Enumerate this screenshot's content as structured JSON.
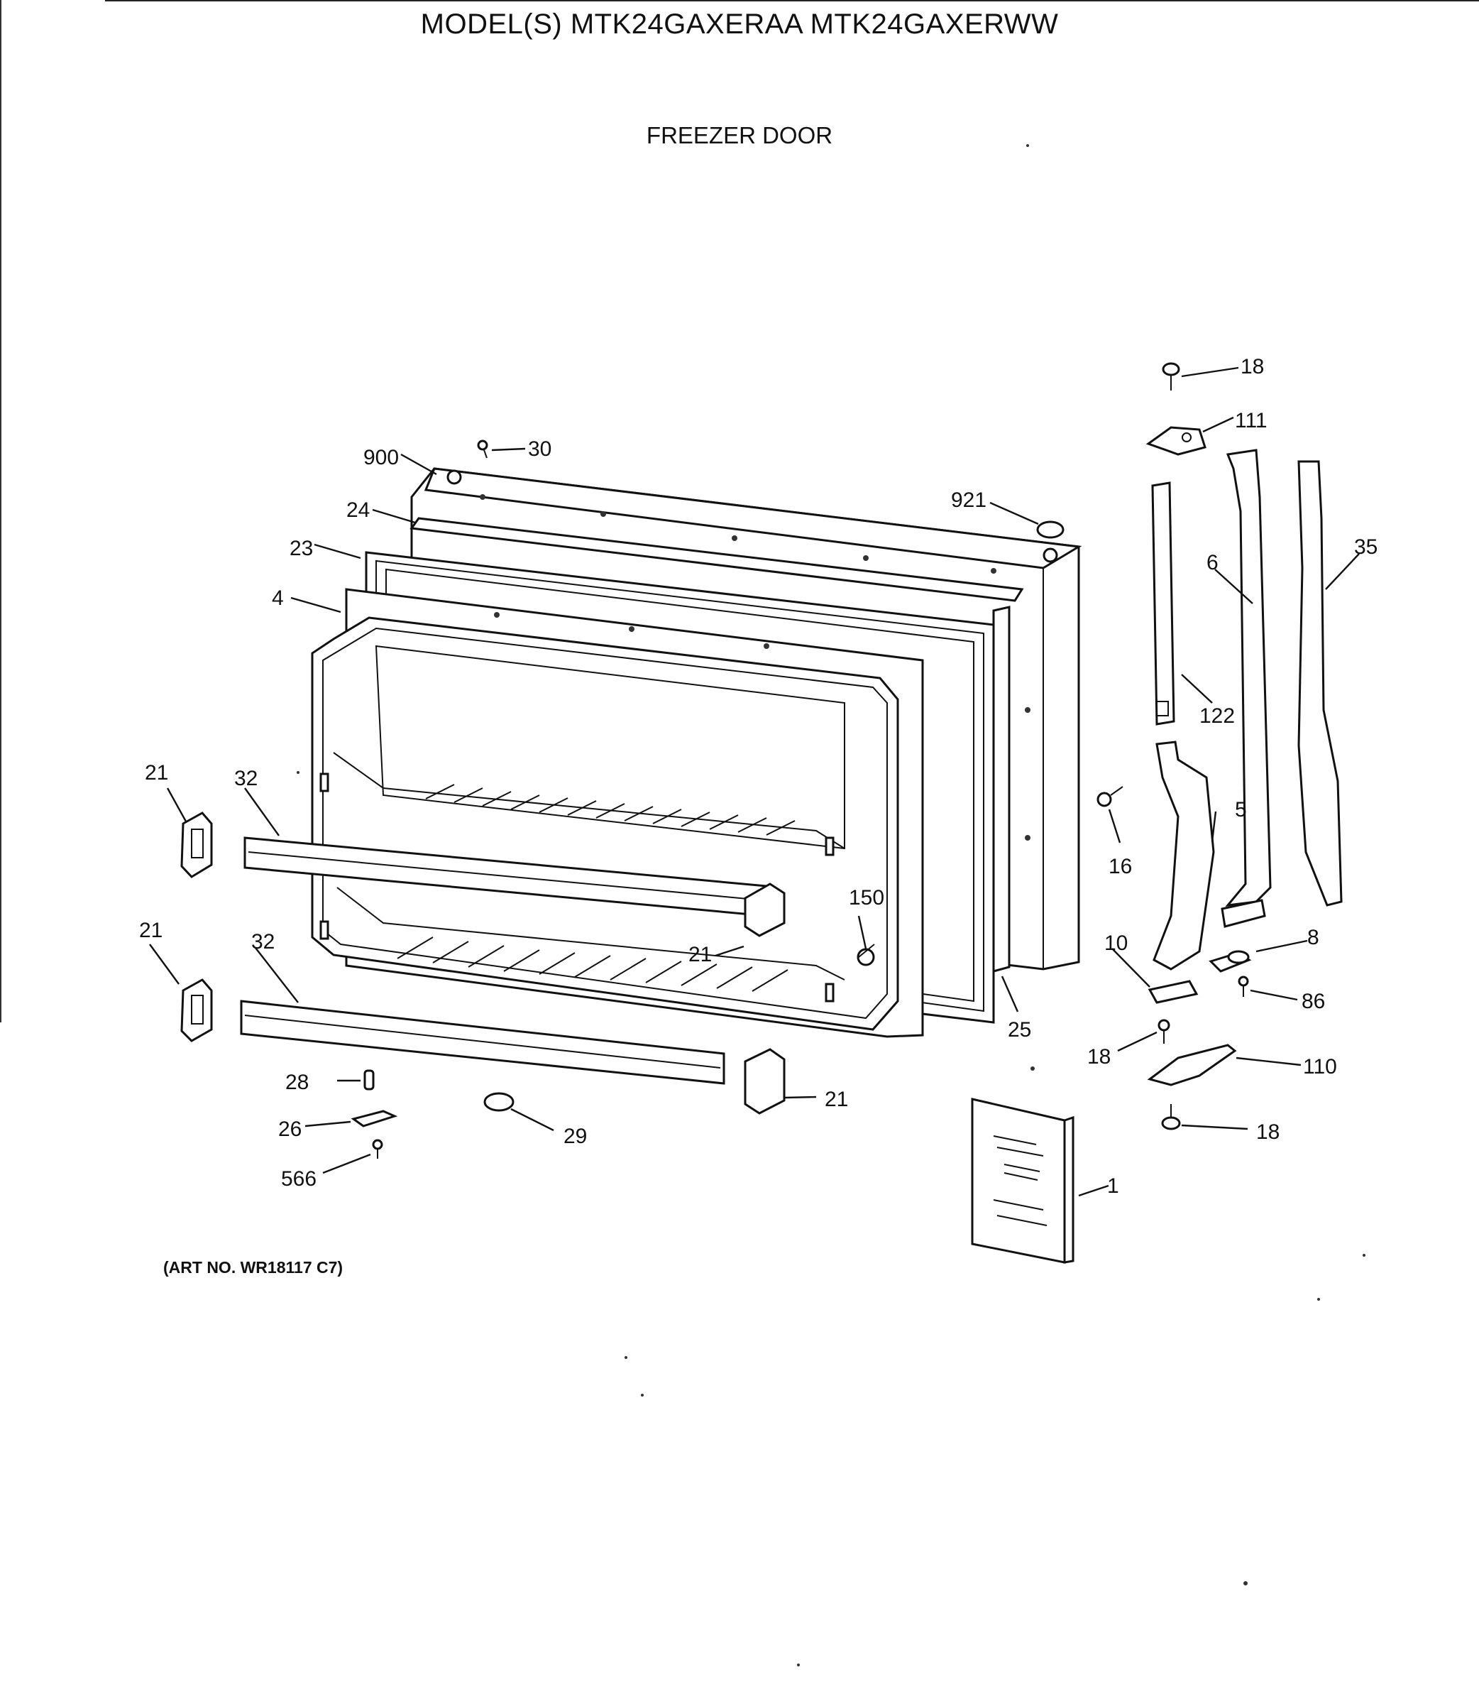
{
  "header": {
    "title": "MODEL(S) MTK24GAXERAA  MTK24GAXERWW",
    "subtitle": "FREEZER DOOR"
  },
  "footer": {
    "art_number": "(ART NO. WR18117 C7)"
  },
  "callouts": {
    "c18_top": "18",
    "c111": "111",
    "c30": "30",
    "c900": "900",
    "c921": "921",
    "c24": "24",
    "c23": "23",
    "c6": "6",
    "c35": "35",
    "c4": "4",
    "c122": "122",
    "c21_a": "21",
    "c32_a": "32",
    "c16": "16",
    "c5": "5",
    "c150": "150",
    "c21_b": "21",
    "c32_b": "32",
    "c21_c": "21",
    "c10": "10",
    "c8": "8",
    "c86": "86",
    "c25": "25",
    "c18_mid": "18",
    "c110": "110",
    "c28": "28",
    "c21_d": "21",
    "c26": "26",
    "c29": "29",
    "c18_bot": "18",
    "c566": "566",
    "c1": "1"
  }
}
